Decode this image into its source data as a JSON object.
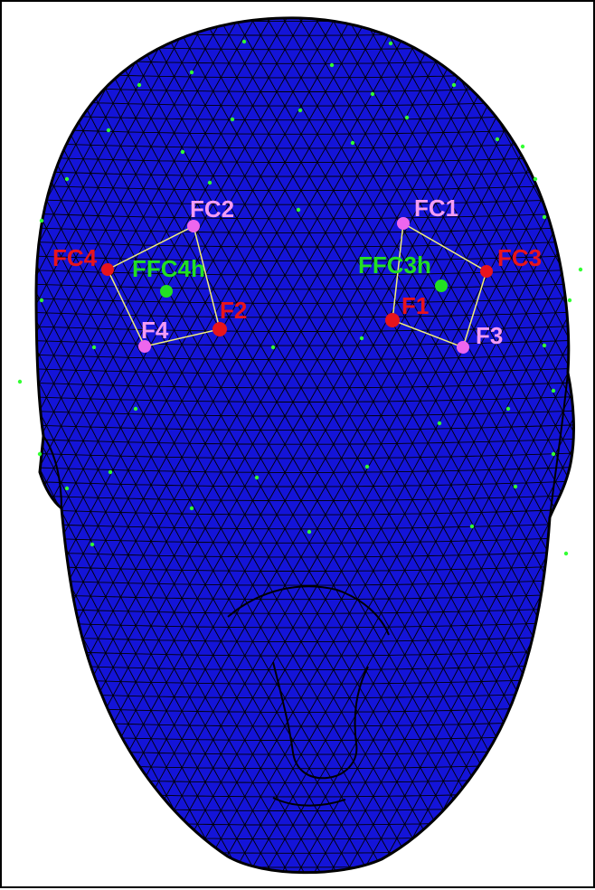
{
  "colors": {
    "head": "#1414d8",
    "mesh": "#000000",
    "outline": "#000000",
    "quad_line": "#f2f07a",
    "electrode_red": "#e8141c",
    "electrode_pink": "#ee66ee",
    "label_red": "#e8141c",
    "label_pink": "#f49cf4",
    "label_green": "#22e022",
    "sensor_green": "#33ff33",
    "background": "#ffffff"
  },
  "electrodes": {
    "fc2": {
      "label": "FC2",
      "kind": "pink"
    },
    "fc4": {
      "label": "FC4",
      "kind": "red"
    },
    "f4": {
      "label": "F4",
      "kind": "pink"
    },
    "f2": {
      "label": "F2",
      "kind": "red"
    },
    "fc1": {
      "label": "FC1",
      "kind": "pink"
    },
    "fc3": {
      "label": "FC3",
      "kind": "red"
    },
    "f1": {
      "label": "F1",
      "kind": "red"
    },
    "f3": {
      "label": "F3",
      "kind": "pink"
    },
    "ffc4h": {
      "label": "FFC4h",
      "kind": "green"
    },
    "ffc3h": {
      "label": "FFC3h",
      "kind": "green"
    }
  }
}
